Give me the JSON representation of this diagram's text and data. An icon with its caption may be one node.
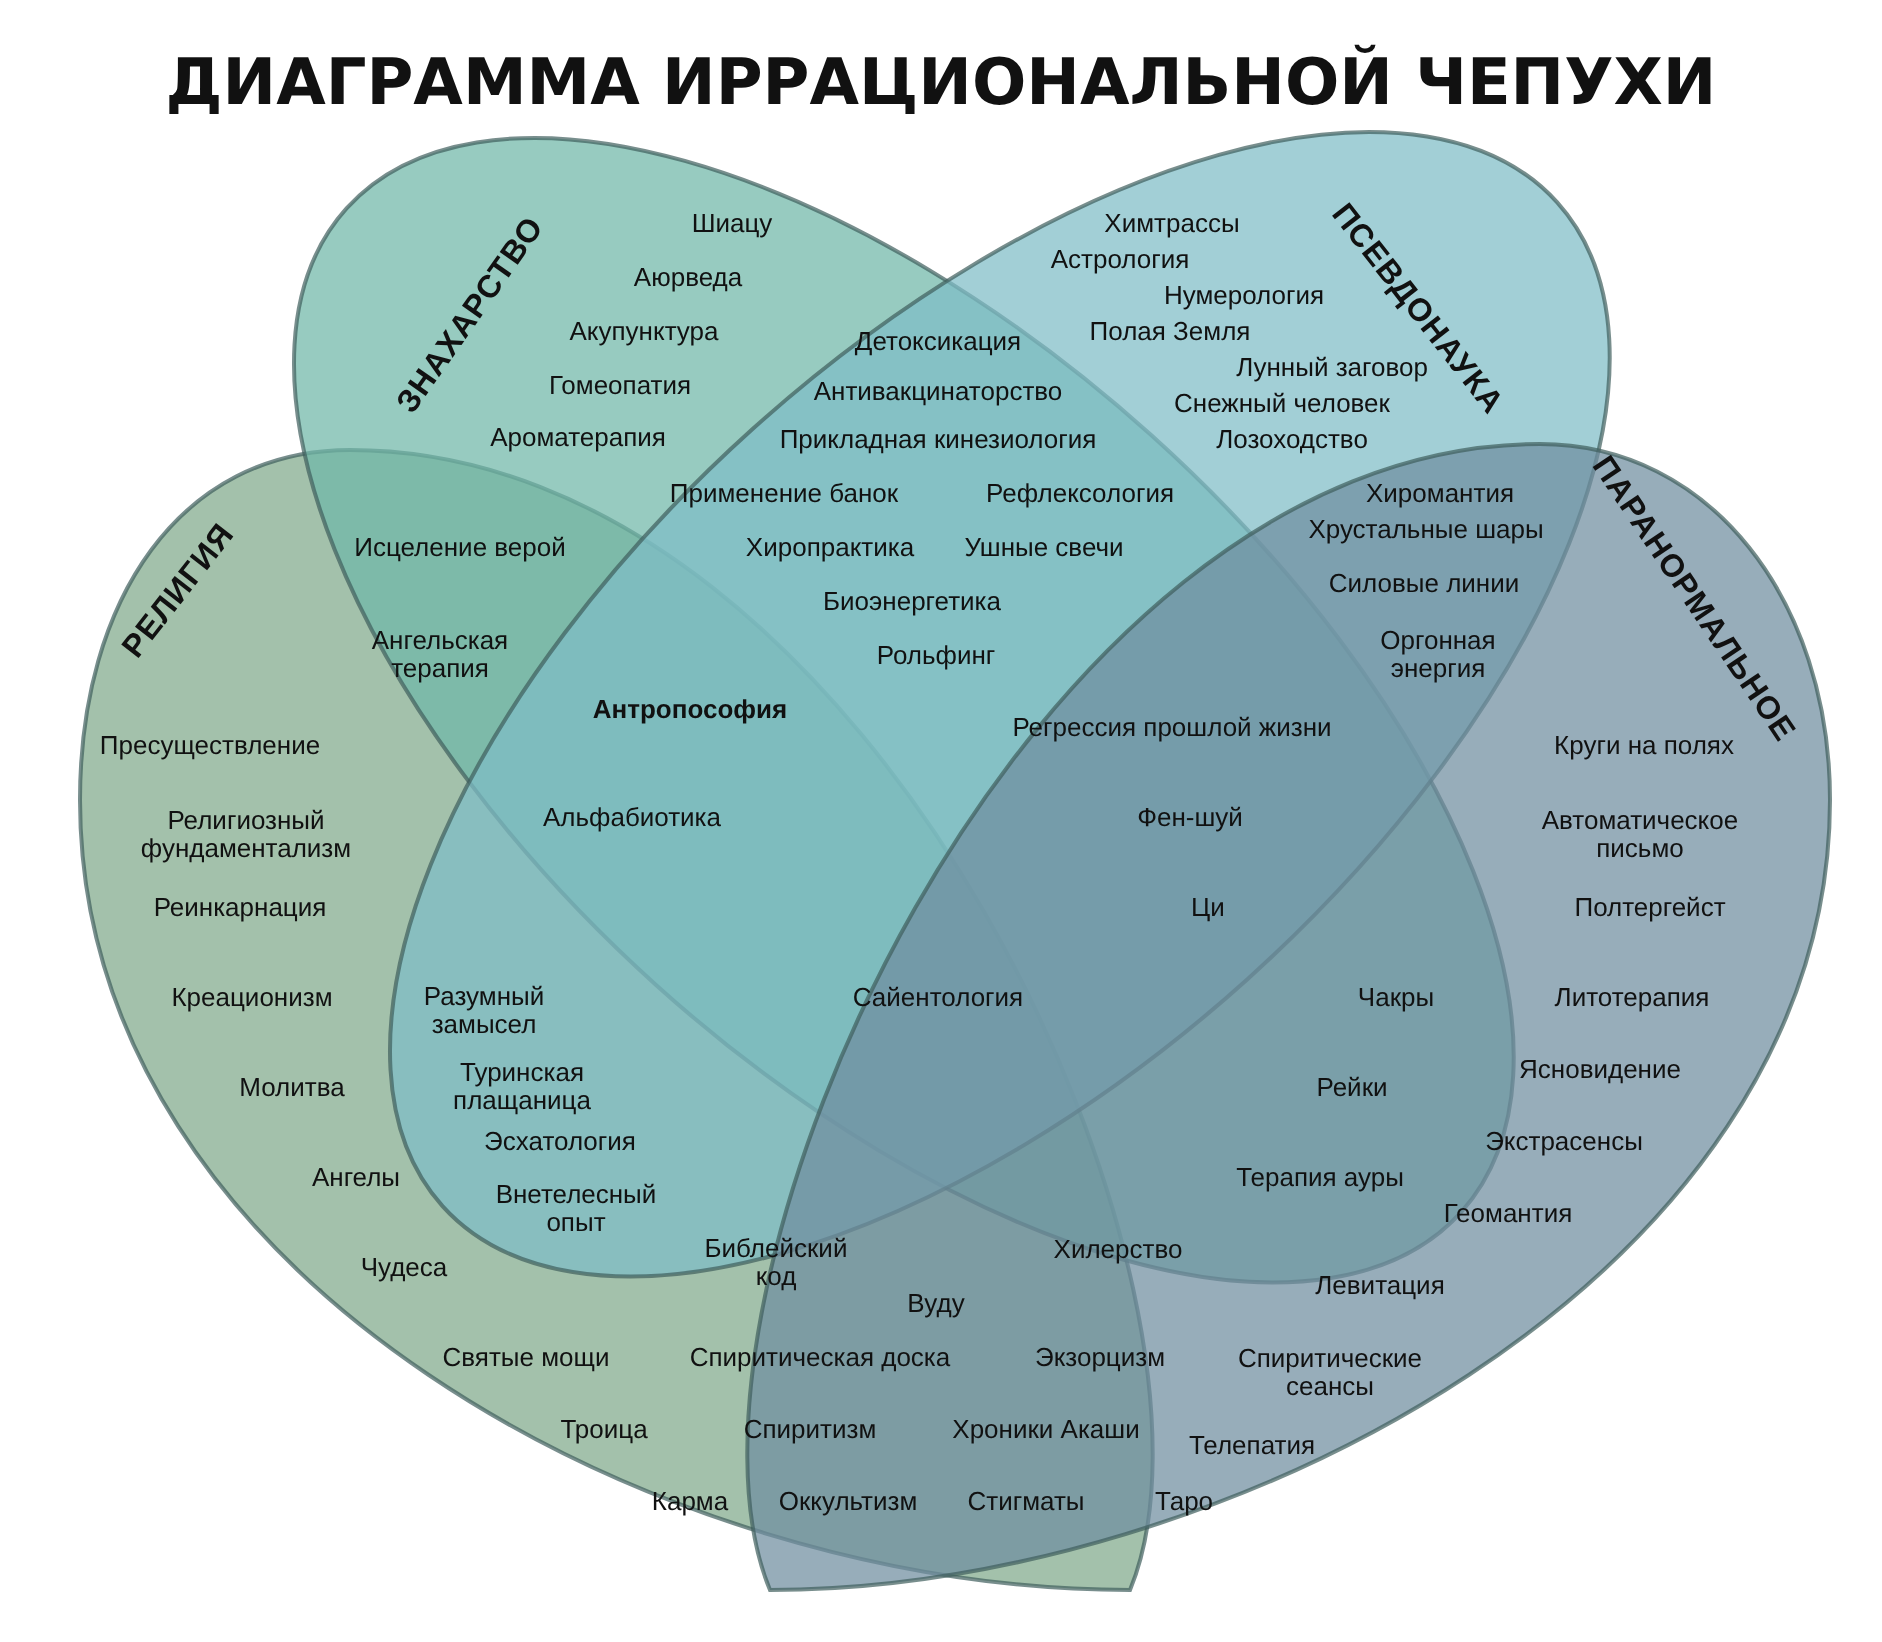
{
  "diagram": {
    "title": "ДИАГРАММА ИРРАЦИОНАЛЬНОЙ ЧЕПУХИ",
    "nodes": [
      {
        "text": [
          "РЕЛИГИЯ"
        ]
      },
      {
        "text": [
          "ЗНАХАРСТВО"
        ]
      },
      {
        "text": [
          "ПСЕВДОНАУКА"
        ]
      },
      {
        "text": [
          "ПАРАНОРМАЛЬНОЕ"
        ]
      }
    ],
    "edges": [],
    "labels": [
      "Шиацу",
      "Химтрассы",
      "Астрология",
      "Аюрведа",
      "Нумерология",
      "Акупунктура",
      "Детоксикация",
      "Полая Земля",
      "Лунный заговор",
      "Гомеопатия",
      "Антивакцинаторство",
      "Снежный человек",
      "Ароматерапия",
      "Прикладная кинезиология",
      "Лозоходство",
      "Применение банок",
      "Рефлексология",
      "Хиромантия",
      "Хрустальные шары",
      "Исцеление верой",
      "Хиропрактика",
      "Ушные свечи",
      "Силовые линии",
      "Биоэнергетика",
      "Ангельская терапия",
      "Рольфинг",
      "Оргонная энергия",
      "Антропософия",
      "Регрессия прошлой жизни",
      "Пресуществление",
      "Круги на полях",
      "Альфабиотика",
      "Религиозный фундаментализм",
      "Фен-шуй",
      "Автоматическое письмо",
      "Реинкарнация",
      "Ци",
      "Полтергейст",
      "Креационизм",
      "Разумный замысел",
      "Сайентология",
      "Чакры",
      "Литотерапия",
      "Молитва",
      "Туринская плащаница",
      "Рейки",
      "Ясновидение",
      "Эсхатология",
      "Экстрасенсы",
      "Ангелы",
      "Терапия ауры",
      "Внетелесный опыт",
      "Геомантия",
      "Библейский код",
      "Хилерство",
      "Чудеса",
      "Левитация",
      "Вуду",
      "Святые мощи",
      "Спиритическая доска",
      "Экзорцизм",
      "Спиритические сеансы",
      "Троица",
      "Спиритизм",
      "Хроники Акаши",
      "Телепатия",
      "Карма",
      "Оккультизм",
      "Стигматы",
      "Таро"
    ]
  }
}
